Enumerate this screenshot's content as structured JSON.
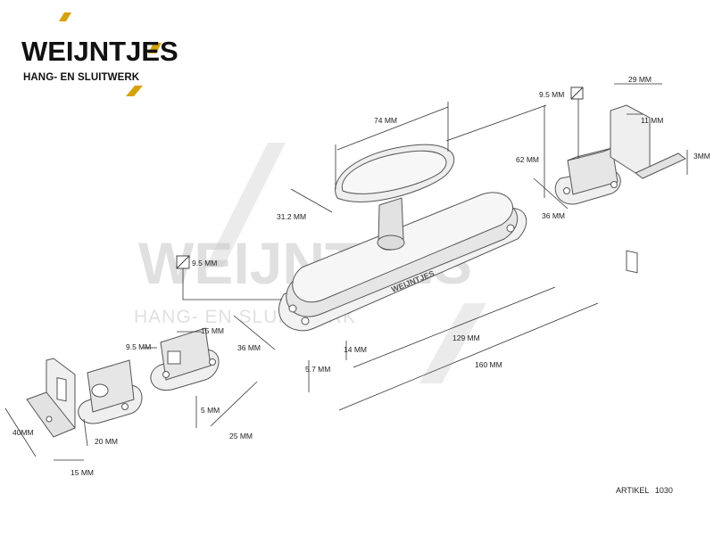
{
  "logo": {
    "wordmark": "WEIJNTJES",
    "tagline": "HANG- EN SLUITWERK",
    "accent_color": "#d4a20a"
  },
  "watermark": {
    "wordmark": "WEIJNTJES",
    "tagline": "HANG- EN SLUITWERK"
  },
  "product": {
    "engraving": "WEIJNTJES"
  },
  "dimensions": {
    "knob_length": "74 MM",
    "knob_width": "31.2 MM",
    "knob_height": "62 MM",
    "spindle_square_main": "9.5 MM",
    "base_width": "36 MM",
    "base_thickness": "14 MM",
    "base_offset": "5.7 MM",
    "inner_length": "129 MM",
    "total_length": "160 MM",
    "right_keeper_square": "9.5 MM",
    "right_keeper_width": "36 MM",
    "right_bracket_width": "29 MM",
    "right_bracket_slot": "11 MM",
    "right_bracket_thickness": "3MM",
    "left_keeper_square": "9.5 MM",
    "left_keeper_opening": "15 MM",
    "left_keeper_base": "5 MM",
    "left_keeper_depth": "25 MM",
    "left_bracket_height": "40MM",
    "left_bracket_mid": "20 MM",
    "left_bracket_width": "15 MM"
  },
  "footer": {
    "article_label": "ARTIKEL",
    "article_number": "1030"
  }
}
